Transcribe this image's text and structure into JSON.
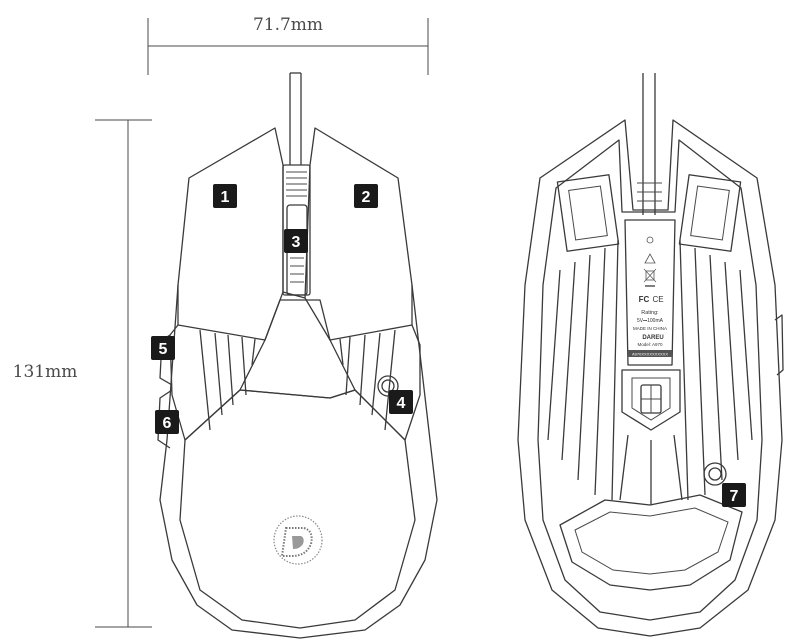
{
  "dimensions": {
    "width": "71.7mm",
    "length": "131mm"
  },
  "callouts": [
    "1",
    "2",
    "3",
    "4",
    "5",
    "6",
    "7"
  ],
  "bottom_label": {
    "fc": "FC",
    "ce": "CE",
    "rating_title": "Rating:",
    "rating_value": "5V⎓100mA",
    "origin": "MADE IN CHINA",
    "brand": "DAREU",
    "model": "Model: A970",
    "serial": "A970XXXXXXXXXX"
  },
  "colors": {
    "line": "#3a3a3a",
    "badge": "#1a1a1a",
    "badge_text": "#ffffff"
  },
  "icons": [
    "dareu-logo-icon",
    "warning-icon",
    "recycle-bin-icon",
    "power-switch-icon"
  ]
}
